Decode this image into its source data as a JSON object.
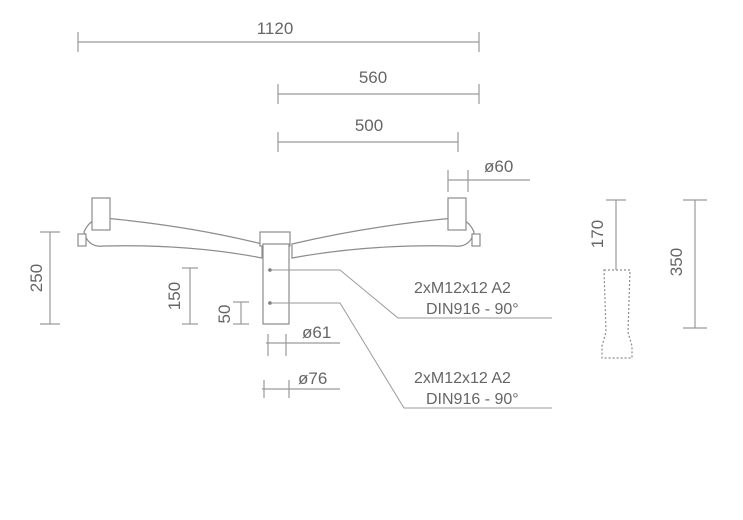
{
  "dimensions": {
    "overall_width": "1120",
    "half_width": "560",
    "arm_length": "500",
    "spigot_diameter": "ø60",
    "total_height": "250",
    "socket_height": "150",
    "bolt_offset": "50",
    "inner_diameter": "ø61",
    "outer_diameter": "ø76",
    "adapter_height": "170",
    "adapter_total_height": "350"
  },
  "notes": {
    "upper_screw_line1": "2xM12x12 A2",
    "upper_screw_line2": "DIN916 - 90°",
    "lower_screw_line1": "2xM12x12 A2",
    "lower_screw_line2": "DIN916 - 90°"
  }
}
